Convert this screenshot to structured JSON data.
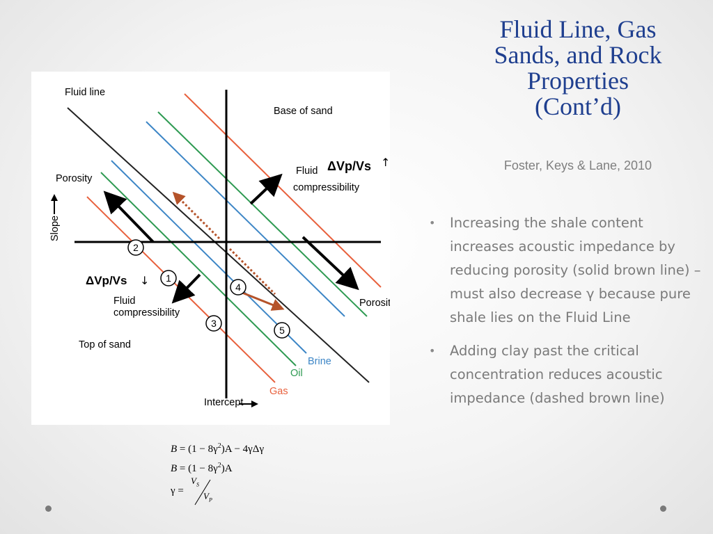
{
  "slide": {
    "title_lines": [
      "Fluid Line, Gas",
      "Sands, and Rock",
      "Properties",
      "(Cont’d)"
    ],
    "citation": "Foster, Keys & Lane, 2010",
    "bullets": [
      "Increasing the shale content increases acoustic impedance by reducing porosity (solid brown line) – must also decrease γ because pure shale lies on the Fluid Line",
      "Adding clay past the critical concentration reduces acoustic impedance (dashed brown line)"
    ],
    "colors": {
      "title": "#1f3f8f",
      "body_text": "#7a7a7a",
      "gas_line": "#e8603c",
      "oil_line": "#2e9a52",
      "brine_line": "#3d86c6",
      "brown_arrow": "#b5532a",
      "fluid_line": "#222222"
    }
  },
  "figure": {
    "labels": {
      "fluid_line": "Fluid line",
      "base_of_sand": "Base of sand",
      "top_of_sand": "Top of sand",
      "porosity_left": "Porosity",
      "porosity_right": "Porosity",
      "slope": "Slope",
      "intercept": "Intercept",
      "dvpvs_up": "ΔVp/Vs",
      "dvpvs_down": "ΔVp/Vs",
      "fluid_upper_1": "Fluid",
      "fluid_upper_2": "compressibility",
      "fluid_lower_1": "Fluid",
      "fluid_lower_2": "compressibility",
      "brine": "Brine",
      "oil": "Oil",
      "gas": "Gas"
    },
    "circle_numbers": [
      "1",
      "2",
      "3",
      "4",
      "5"
    ],
    "icons": [
      "up-arrow-glyph",
      "down-arrow-glyph",
      "slope-axis-arrow-icon",
      "intercept-axis-arrow-icon"
    ]
  },
  "equations": {
    "eq1": {
      "lhs": "B",
      "middle": "= (1 − 8γ",
      "exp": "2",
      "rhs": ")A − 4γΔγ"
    },
    "eq2": {
      "lhs": "B",
      "middle": "= (1 − 8γ",
      "exp": "2",
      "rhs": ")A"
    },
    "eq3": {
      "lhs": "γ =",
      "num": "V",
      "num_sub": "S",
      "den": "V",
      "den_sub": "P"
    }
  }
}
